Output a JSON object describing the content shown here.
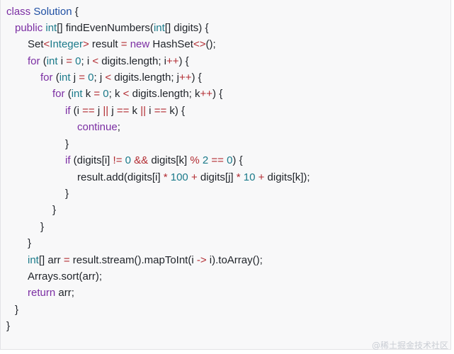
{
  "code": {
    "lines": [
      {
        "indent": 0,
        "tokens": [
          [
            "kw",
            "class "
          ],
          [
            "cls",
            "Solution"
          ],
          [
            "pl",
            " {"
          ]
        ]
      },
      {
        "indent": 1,
        "tokens": [
          [
            "kw",
            "public "
          ],
          [
            "ty",
            "int"
          ],
          [
            "pl",
            "[] findEvenNumbers("
          ],
          [
            "ty",
            "int"
          ],
          [
            "pl",
            "[] digits) {"
          ]
        ]
      },
      {
        "indent": 2,
        "tokens": [
          [
            "pl",
            "Set"
          ],
          [
            "op",
            "<"
          ],
          [
            "ty",
            "Integer"
          ],
          [
            "op",
            ">"
          ],
          [
            "pl",
            " result "
          ],
          [
            "op",
            "="
          ],
          [
            "kw",
            " new "
          ],
          [
            "pl",
            "HashSet"
          ],
          [
            "op",
            "<>"
          ],
          [
            "pl",
            "();"
          ]
        ]
      },
      {
        "indent": 2,
        "tokens": [
          [
            "kw",
            "for "
          ],
          [
            "pl",
            "("
          ],
          [
            "ty",
            "int"
          ],
          [
            "pl",
            " i "
          ],
          [
            "op",
            "="
          ],
          [
            "nm",
            " 0"
          ],
          [
            "pl",
            "; i "
          ],
          [
            "op",
            "<"
          ],
          [
            "pl",
            " digits.length; i"
          ],
          [
            "op",
            "++"
          ],
          [
            "pl",
            ") {"
          ]
        ]
      },
      {
        "indent": 3,
        "tokens": [
          [
            "kw",
            "for "
          ],
          [
            "pl",
            "("
          ],
          [
            "ty",
            "int"
          ],
          [
            "pl",
            " j "
          ],
          [
            "op",
            "="
          ],
          [
            "nm",
            " 0"
          ],
          [
            "pl",
            "; j "
          ],
          [
            "op",
            "<"
          ],
          [
            "pl",
            " digits.length; j"
          ],
          [
            "op",
            "++"
          ],
          [
            "pl",
            ") {"
          ]
        ]
      },
      {
        "indent": 4,
        "tokens": [
          [
            "kw",
            "for "
          ],
          [
            "pl",
            "("
          ],
          [
            "ty",
            "int"
          ],
          [
            "pl",
            " k "
          ],
          [
            "op",
            "="
          ],
          [
            "nm",
            " 0"
          ],
          [
            "pl",
            "; k "
          ],
          [
            "op",
            "<"
          ],
          [
            "pl",
            " digits.length; k"
          ],
          [
            "op",
            "++"
          ],
          [
            "pl",
            ") {"
          ]
        ]
      },
      {
        "indent": 5,
        "tokens": [
          [
            "kw",
            "if "
          ],
          [
            "pl",
            "(i "
          ],
          [
            "op",
            "=="
          ],
          [
            "pl",
            " j "
          ],
          [
            "op",
            "||"
          ],
          [
            "pl",
            " j "
          ],
          [
            "op",
            "=="
          ],
          [
            "pl",
            " k "
          ],
          [
            "op",
            "||"
          ],
          [
            "pl",
            " i "
          ],
          [
            "op",
            "=="
          ],
          [
            "pl",
            " k) {"
          ]
        ]
      },
      {
        "indent": 6,
        "tokens": [
          [
            "kw",
            "continue"
          ],
          [
            "pl",
            ";"
          ]
        ]
      },
      {
        "indent": 5,
        "tokens": [
          [
            "pl",
            "}"
          ]
        ]
      },
      {
        "indent": 5,
        "tokens": [
          [
            "kw",
            "if "
          ],
          [
            "pl",
            "(digits[i] "
          ],
          [
            "op",
            "!="
          ],
          [
            "nm",
            " 0"
          ],
          [
            "op",
            " &&"
          ],
          [
            "pl",
            " digits[k] "
          ],
          [
            "op",
            "%"
          ],
          [
            "nm",
            " 2"
          ],
          [
            "op",
            " =="
          ],
          [
            "nm",
            " 0"
          ],
          [
            "pl",
            ") {"
          ]
        ]
      },
      {
        "indent": 6,
        "tokens": [
          [
            "pl",
            "result.add(digits[i] "
          ],
          [
            "op",
            "*"
          ],
          [
            "nm",
            " 100"
          ],
          [
            "op",
            " +"
          ],
          [
            "pl",
            " digits[j] "
          ],
          [
            "op",
            "*"
          ],
          [
            "nm",
            " 10"
          ],
          [
            "op",
            " +"
          ],
          [
            "pl",
            " digits[k]);"
          ]
        ]
      },
      {
        "indent": 5,
        "tokens": [
          [
            "pl",
            "}"
          ]
        ]
      },
      {
        "indent": 4,
        "tokens": [
          [
            "pl",
            "}"
          ]
        ]
      },
      {
        "indent": 3,
        "tokens": [
          [
            "pl",
            "}"
          ]
        ]
      },
      {
        "indent": 2,
        "tokens": [
          [
            "pl",
            "}"
          ]
        ]
      },
      {
        "indent": 2,
        "tokens": [
          [
            "ty",
            "int"
          ],
          [
            "pl",
            "[] arr "
          ],
          [
            "op",
            "="
          ],
          [
            "pl",
            " result.stream().mapToInt(i "
          ],
          [
            "op",
            "->"
          ],
          [
            "pl",
            " i).toArray();"
          ]
        ]
      },
      {
        "indent": 2,
        "tokens": [
          [
            "pl",
            "Arrays.sort(arr);"
          ]
        ]
      },
      {
        "indent": 2,
        "tokens": [
          [
            "kw",
            "return "
          ],
          [
            "pl",
            "arr;"
          ]
        ]
      },
      {
        "indent": 1,
        "tokens": [
          [
            "pl",
            "}"
          ]
        ]
      },
      {
        "indent": 0,
        "tokens": [
          [
            "pl",
            "}"
          ]
        ]
      }
    ]
  },
  "watermark": "@稀土掘金技术社区"
}
